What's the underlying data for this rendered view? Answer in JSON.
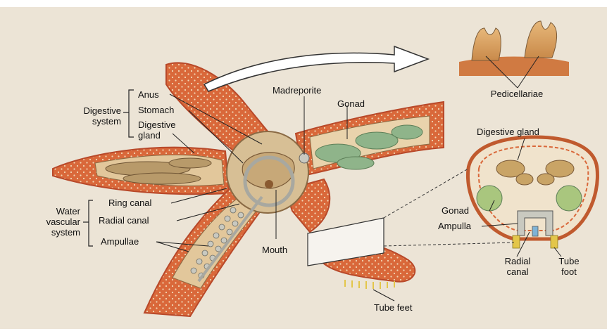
{
  "figure": {
    "colors": {
      "page": "#ece4d6",
      "arm_skin": "#d9683a",
      "arm_dark": "#b8492a",
      "spine_dot": "#f1d6b4",
      "interior": "#d7bf95",
      "gonad": "#8fb48a",
      "ampulla": "#c9c9c0",
      "tube_foot": "#e3c64a",
      "line": "#222222"
    },
    "icons": [
      "arrow-icon",
      "pedicellariae-icon",
      "cross-section-icon",
      "cut-plane-icon"
    ]
  },
  "labels": {
    "pedicellariae": "Pedicellariae",
    "digestive_system": "Digestive\nsystem",
    "anus": "Anus",
    "stomach": "Stomach",
    "digestive_gland": "Digestive\ngland",
    "madreporite": "Madreporite",
    "gonad": "Gonad",
    "water_vascular_system": "Water\nvascular\nsystem",
    "ring_canal": "Ring canal",
    "radial_canal": "Radial canal",
    "ampullae": "Ampullae",
    "mouth": "Mouth",
    "tube_feet": "Tube feet",
    "xs_digestive_gland": "Digestive gland",
    "xs_gonad": "Gonad",
    "xs_ampulla": "Ampulla",
    "xs_radial_canal": "Radial\ncanal",
    "xs_tube_foot": "Tube\nfoot"
  }
}
